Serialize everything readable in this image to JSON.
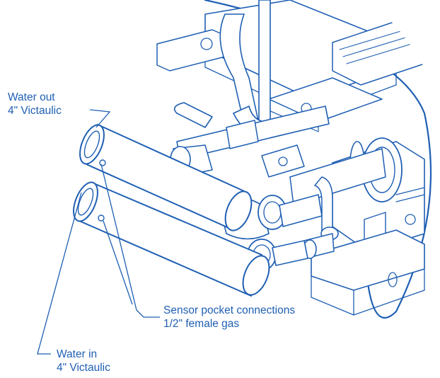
{
  "labels": {
    "water_out": {
      "line1": "Water out",
      "line2": "4\" Victaulic"
    },
    "sensor": {
      "line1": "Sensor pocket connections",
      "line2": "1/2\" female gas"
    },
    "water_in": {
      "line1": "Water in",
      "line2": "4\" Victaulic"
    }
  },
  "colors": {
    "ink": "#1f5fb3",
    "background": "#ffffff"
  }
}
